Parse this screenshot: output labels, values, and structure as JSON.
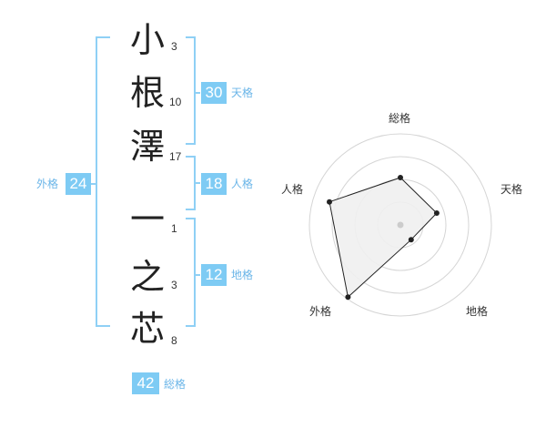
{
  "name_chars": [
    {
      "char": "小",
      "strokes": "3"
    },
    {
      "char": "根",
      "strokes": "10"
    },
    {
      "char": "澤",
      "strokes": "17"
    },
    {
      "char": "一",
      "strokes": "1"
    },
    {
      "char": "之",
      "strokes": "3"
    },
    {
      "char": "芯",
      "strokes": "8"
    }
  ],
  "kaku": {
    "tenkaku": {
      "label": "天格",
      "value": "30"
    },
    "jinkaku": {
      "label": "人格",
      "value": "18"
    },
    "chikaku": {
      "label": "地格",
      "value": "12"
    },
    "gaikaku": {
      "label": "外格",
      "value": "24"
    },
    "soukaku": {
      "label": "総格",
      "value": "42"
    }
  },
  "radar": {
    "axes": [
      "総格",
      "天格",
      "地格",
      "外格",
      "人格"
    ],
    "levels": 4,
    "values": [
      0.52,
      0.42,
      0.2,
      0.98,
      0.82
    ],
    "colors": {
      "fill": "#f0f0f0",
      "stroke": "#222222",
      "ring": "#d5d5d5",
      "center": "#cccccc"
    }
  },
  "colors": {
    "accent": "#7ecbf4",
    "accent_text": "#6ab5e8",
    "bracket": "#8fd0f5"
  }
}
